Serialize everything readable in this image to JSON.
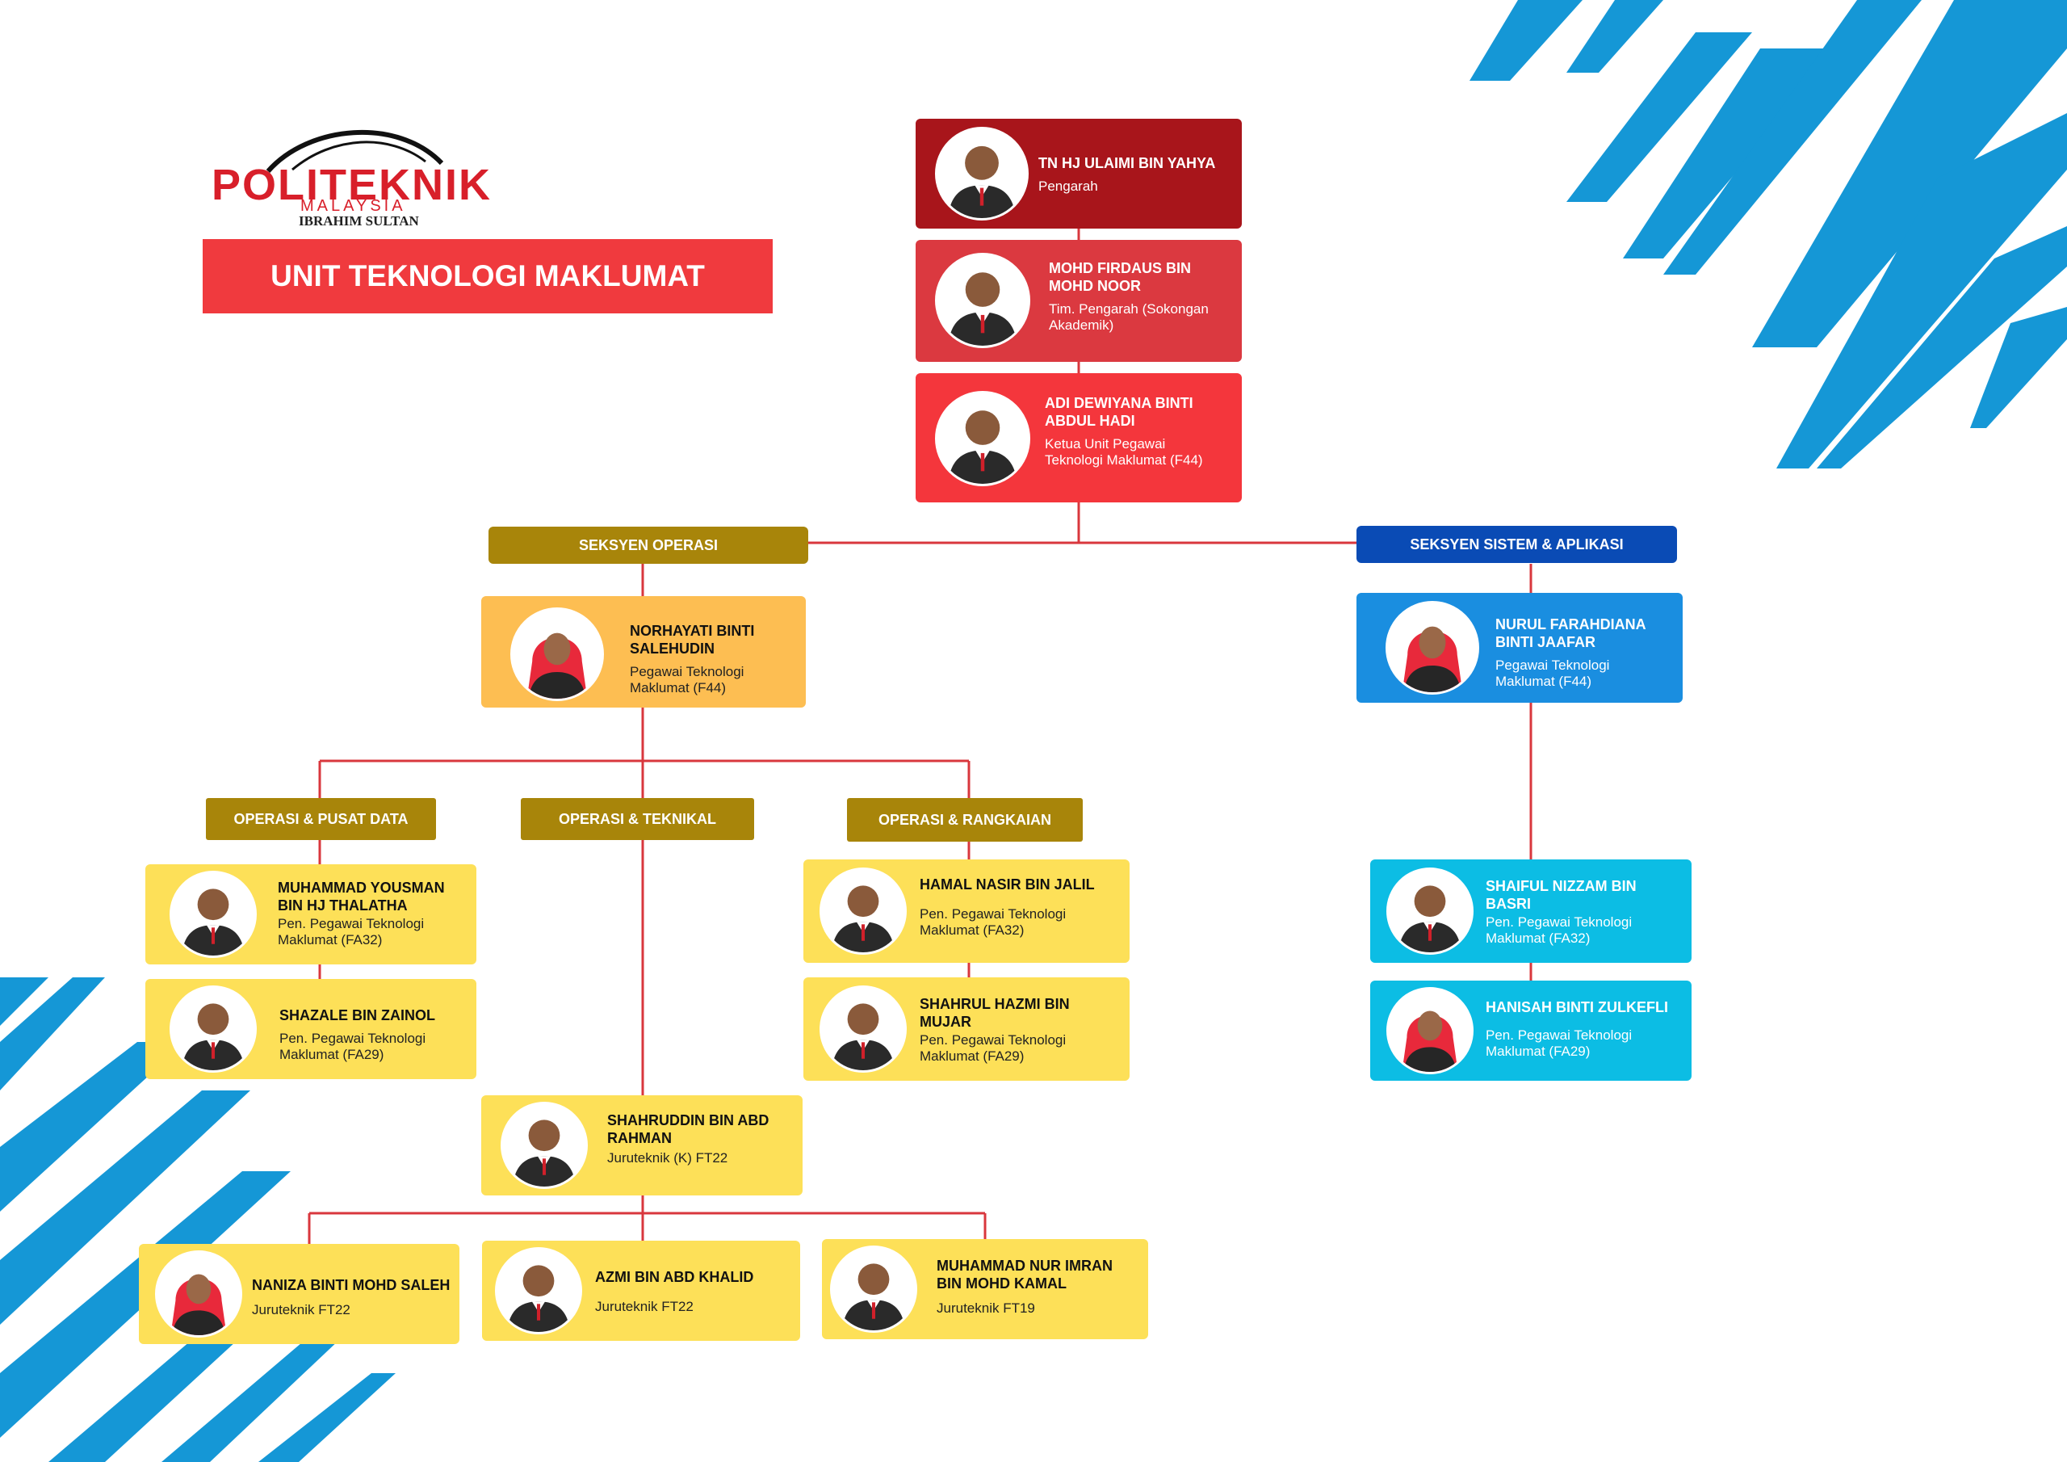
{
  "logo": {
    "text": "POLITEKNIK",
    "sub1": "MALAYSIA",
    "sub2": "IBRAHIM SULTAN"
  },
  "title": "UNIT TEKNOLOGI MAKLUMAT",
  "sections": {
    "operasi": "SEKSYEN OPERASI",
    "sistem": "SEKSYEN SISTEM & APLIKASI",
    "pusat_data": "OPERASI & PUSAT DATA",
    "teknikal": "OPERASI & TEKNIKAL",
    "rangkaian": "OPERASI & RANGKAIAN"
  },
  "staff": {
    "pengarah": {
      "name": "TN HJ ULAIMI BIN YAHYA",
      "role": "Pengarah"
    },
    "timbalan": {
      "name": "MOHD FIRDAUS BIN MOHD NOOR",
      "role": "Tim. Pengarah (Sokongan Akademik)"
    },
    "ketua_unit": {
      "name": "ADI DEWIYANA BINTI ABDUL HADI",
      "role": "Ketua Unit Pegawai Teknologi Maklumat (F44)"
    },
    "norhayati": {
      "name": "NORHAYATI BINTI SALEHUDIN",
      "role": "Pegawai Teknologi Maklumat (F44)"
    },
    "nurul": {
      "name": "NURUL FARAHDIANA BINTI JAAFAR",
      "role": "Pegawai Teknologi Maklumat (F44)"
    },
    "yousman": {
      "name": "MUHAMMAD YOUSMAN BIN HJ THALATHA",
      "role": "Pen. Pegawai Teknologi Maklumat (FA32)"
    },
    "shazale": {
      "name": "SHAZALE BIN ZAINOL",
      "role": "Pen. Pegawai Teknologi Maklumat (FA29)"
    },
    "hamal": {
      "name": "HAMAL NASIR BIN JALIL",
      "role": "Pen. Pegawai Teknologi Maklumat (FA32)"
    },
    "shahrul": {
      "name": "SHAHRUL HAZMI BIN MUJAR",
      "role": "Pen. Pegawai Teknologi Maklumat (FA29)"
    },
    "shaiful": {
      "name": "SHAIFUL NIZZAM BIN BASRI",
      "role": "Pen. Pegawai Teknologi Maklumat (FA32)"
    },
    "hanisah": {
      "name": "HANISAH BINTI ZULKEFLI",
      "role": "Pen. Pegawai Teknologi Maklumat (FA29)"
    },
    "shahruddin": {
      "name": "SHAHRUDDIN BIN ABD RAHMAN",
      "role": "Juruteknik (K) FT22"
    },
    "naniza": {
      "name": "NANIZA BINTI MOHD SALEH",
      "role": "Juruteknik FT22"
    },
    "azmi": {
      "name": "AZMI BIN ABD KHALID",
      "role": "Juruteknik FT22"
    },
    "imran": {
      "name": "MUHAMMAD NUR IMRAN BIN MOHD KAMAL",
      "role": "Juruteknik FT19"
    }
  },
  "colors": {
    "dark_red": "#a8151b",
    "mid_red": "#db3940",
    "bright_red": "#f4363c",
    "orange": "#fdbe52",
    "yellow": "#fde058",
    "gold_label": "#a8850a",
    "navy_label": "#0a4bb5",
    "blue_card": "#1a8ee0",
    "cyan_card": "#0cbde4",
    "connector": "#d9373d",
    "deco_blue": "#1597d6"
  }
}
